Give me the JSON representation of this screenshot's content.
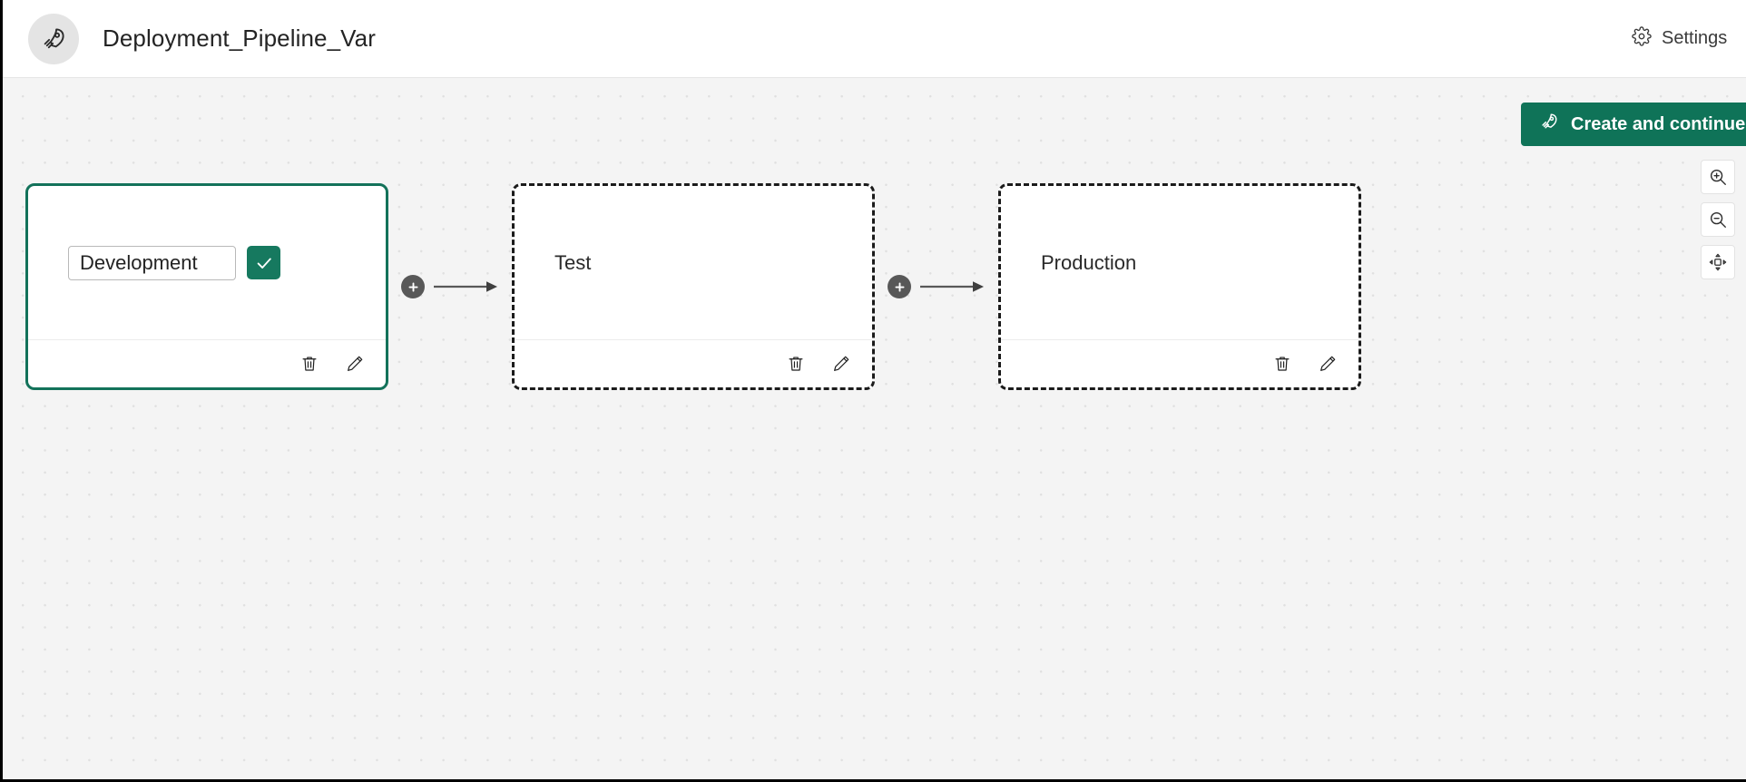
{
  "header": {
    "icon": "rocket-icon",
    "title": "Deployment_Pipeline_Var",
    "settings_label": "Settings",
    "settings_icon": "gear-icon"
  },
  "toolbar": {
    "create_label": "Create and continue",
    "create_icon": "rocket-icon",
    "create_color": "#0f7358"
  },
  "canvas_controls": [
    {
      "name": "zoom-in",
      "icon": "zoom-in-icon"
    },
    {
      "name": "zoom-out",
      "icon": "zoom-out-icon"
    },
    {
      "name": "fit-to-view",
      "icon": "fit-to-view-icon"
    }
  ],
  "pipeline": {
    "stages": [
      {
        "name": "Development",
        "state": "editing",
        "input_value": "Development",
        "input_placeholder": "Stage name",
        "confirm_icon": "check-icon",
        "confirm_color": "#16795f",
        "border_color": "#13725a",
        "delete_icon": "trash-icon",
        "edit_icon": "pencil-icon"
      },
      {
        "name": "Test",
        "state": "draft",
        "delete_icon": "trash-icon",
        "edit_icon": "pencil-icon"
      },
      {
        "name": "Production",
        "state": "draft",
        "delete_icon": "trash-icon",
        "edit_icon": "pencil-icon"
      }
    ],
    "connectors": [
      {
        "add_icon": "plus-icon",
        "arrow_icon": "arrow-right-icon"
      },
      {
        "add_icon": "plus-icon",
        "arrow_icon": "arrow-right-icon"
      }
    ]
  }
}
